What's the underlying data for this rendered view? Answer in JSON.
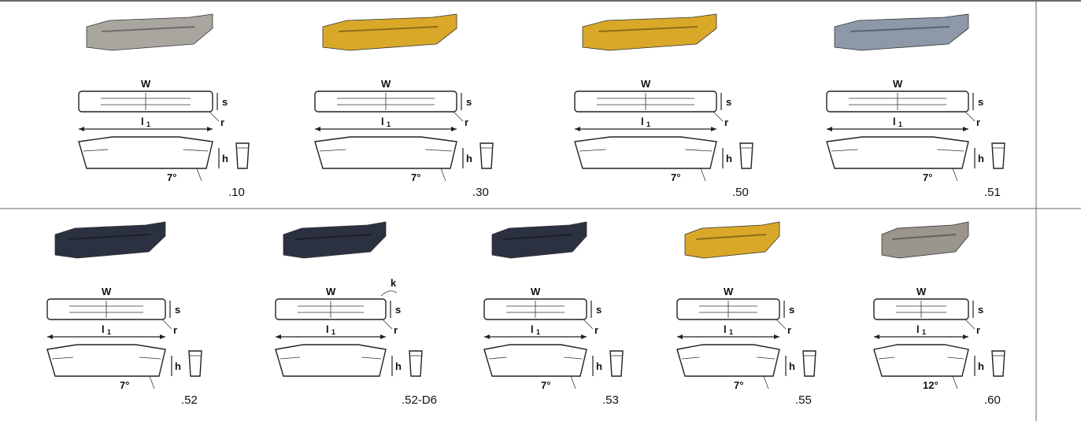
{
  "labels": {
    "w": "W",
    "s": "s",
    "r": "r",
    "l": "l",
    "l_sub": "1",
    "h": "h",
    "k": "k"
  },
  "colors": {
    "grey_insert": "#a9a6a0",
    "gold_insert": "#d9a829",
    "blue_grey_insert": "#8d98a8",
    "dark_insert": "#2b3140",
    "silver_insert": "#9a968d",
    "grid_line": "#666666"
  },
  "rows": [
    {
      "inserts": [
        {
          "code": ".10",
          "angle": "7°",
          "photo_color": "grey_insert"
        },
        {
          "code": ".30",
          "angle": "7°",
          "photo_color": "gold_insert"
        },
        {
          "code": ".50",
          "angle": "7°",
          "photo_color": "gold_insert"
        },
        {
          "code": ".51",
          "angle": "7°",
          "photo_color": "blue_grey_insert"
        }
      ]
    },
    {
      "inserts": [
        {
          "code": ".52",
          "angle": "7°",
          "photo_color": "dark_insert"
        },
        {
          "code": ".52-D6",
          "angle": "",
          "photo_color": "dark_insert",
          "has_k": true
        },
        {
          "code": ".53",
          "angle": "7°",
          "photo_color": "dark_insert"
        },
        {
          "code": ".55",
          "angle": "7°",
          "photo_color": "gold_insert"
        },
        {
          "code": ".60",
          "angle": "12°",
          "photo_color": "silver_insert"
        }
      ]
    }
  ]
}
